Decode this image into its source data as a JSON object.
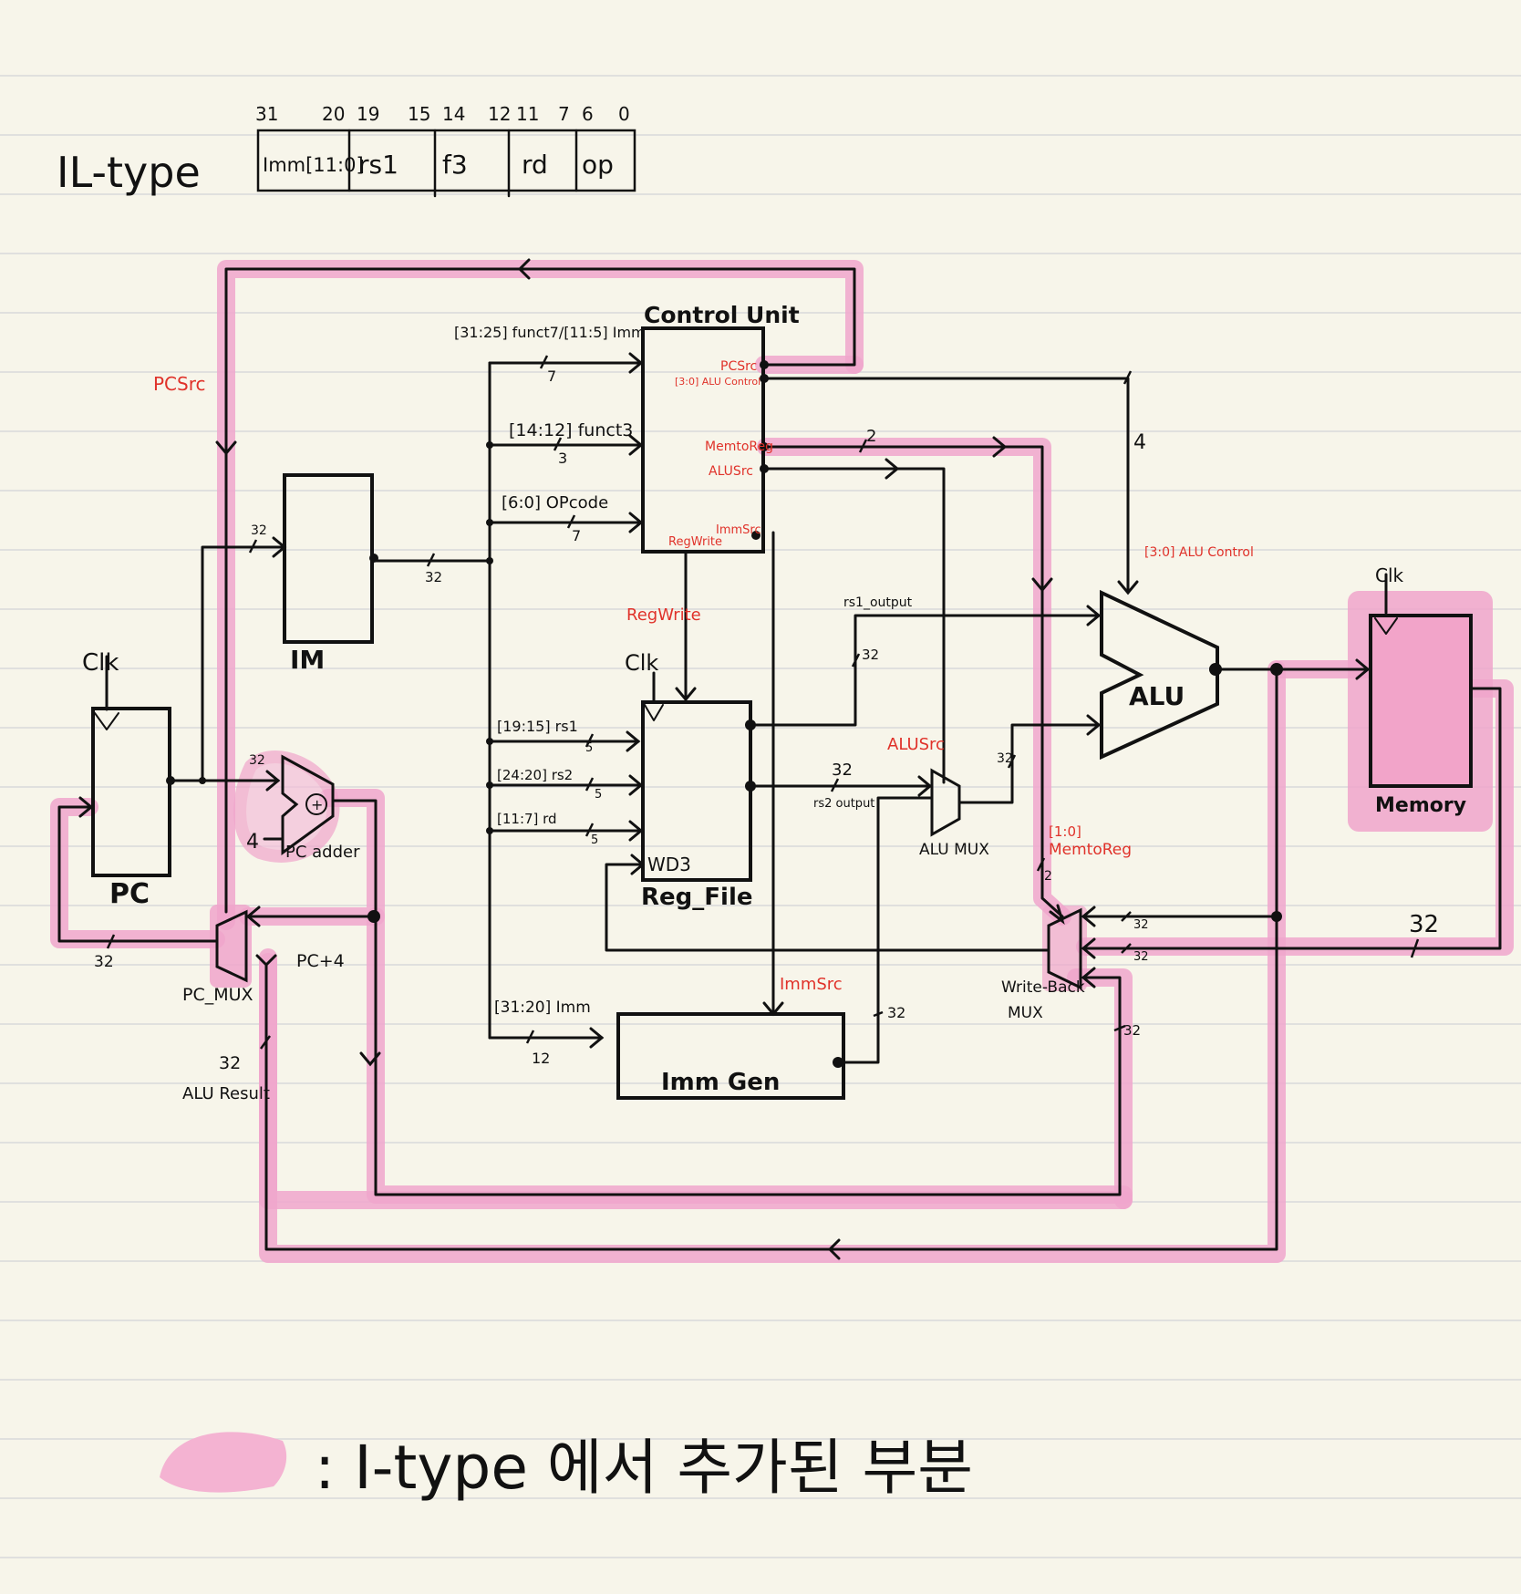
{
  "header": {
    "title": "IL-type",
    "bit_positions": [
      "31",
      "20",
      "19",
      "15",
      "14",
      "12",
      "11",
      "7",
      "6",
      "0"
    ],
    "fields": [
      "Imm[11:0]",
      "rs1",
      "f3",
      "rd",
      "op"
    ]
  },
  "blocks": {
    "control_unit": "Control Unit",
    "im": "IM",
    "pc": "PC",
    "reg_file": "Reg_File",
    "alu": "ALU",
    "memory": "Memory",
    "imm_gen": "Imm Gen",
    "pc_adder": "PC adder",
    "pc_mux": "PC_MUX",
    "alu_mux": "ALU MUX",
    "wb_mux_1": "Write-Back",
    "wb_mux_2": "MUX",
    "wd3": "WD3"
  },
  "signals": {
    "pcsrc_left": "PCSrc",
    "pcsrc": "PCSrc",
    "alu_control_cu": "[3:0] ALU Control",
    "memtoreg_cu": "MemtoReg",
    "alusrc_cu": "ALUSrc",
    "regwrite_cu": "RegWrite",
    "immsrc_cu": "ImmSrc",
    "alu_control_right": "[3:0] ALU Control",
    "regwrite_mid": "RegWrite",
    "alusrc_mid": "ALUSrc",
    "memtoreg_bus": "[1:0]",
    "memtoreg_mid": "MemtoReg",
    "immsrc_mid": "ImmSrc"
  },
  "wire_labels": {
    "funct7_imm": "[31:25] funct7/[11:5] Imm",
    "funct3": "[14:12] funct3",
    "opcode": "[6:0] OPcode",
    "rs1_field": "[19:15] rs1",
    "rs2_field": "[24:20] rs2",
    "rd_field": "[11:7] rd",
    "imm_field": "[31:20] Imm",
    "rs1_output": "rs1_output",
    "rs2_output": "rs2 output",
    "pc_plus_4": "PC+4",
    "alu_result_w": "32",
    "alu_result": "ALU Result",
    "four": "4",
    "clk_pc": "Clk",
    "clk_rf": "Clk",
    "clk_mem": "Clk"
  },
  "widths": {
    "w7a": "7",
    "w3": "3",
    "w7b": "7",
    "w2": "2",
    "w4": "4",
    "w32_im_in": "32",
    "w32_im_out": "32",
    "w32_adder": "32",
    "w32_pcmux": "32",
    "w5a": "5",
    "w5b": "5",
    "w5c": "5",
    "w32_rs1": "32",
    "w32_rs2": "32",
    "w32_alumux": "32",
    "w12": "12",
    "w32_immgen": "32",
    "w2_wb": "2",
    "w32_wb1": "32",
    "w32_wb2": "32",
    "w32_wb3": "32",
    "w32_mem": "32"
  },
  "legend": {
    "text": ": I-type 에서 추가된 부분"
  },
  "colors": {
    "paper": "#f7f5ea",
    "ruled_line": "#d8d8d8",
    "highlight": "#f0a6cc",
    "signal_red": "#e0322a",
    "ink": "#111111"
  }
}
